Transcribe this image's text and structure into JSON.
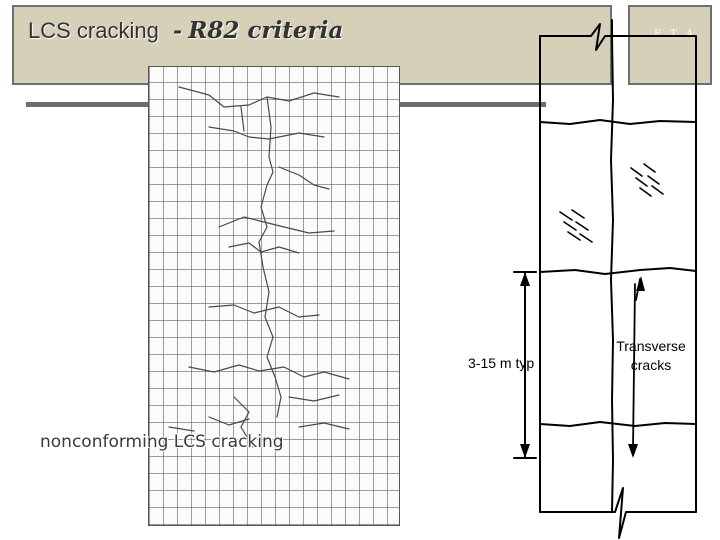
{
  "header": {
    "title_main": "LCS cracking",
    "title_separator": "-",
    "title_criteria": "R82 criteria",
    "logo_text": "F T A"
  },
  "photo": {
    "caption": "nonconforming LCS cracking"
  },
  "diagram": {
    "spacing_label": "3-15 m  typ",
    "crack_label_line1": "Transverse",
    "crack_label_line2": "cracks"
  }
}
